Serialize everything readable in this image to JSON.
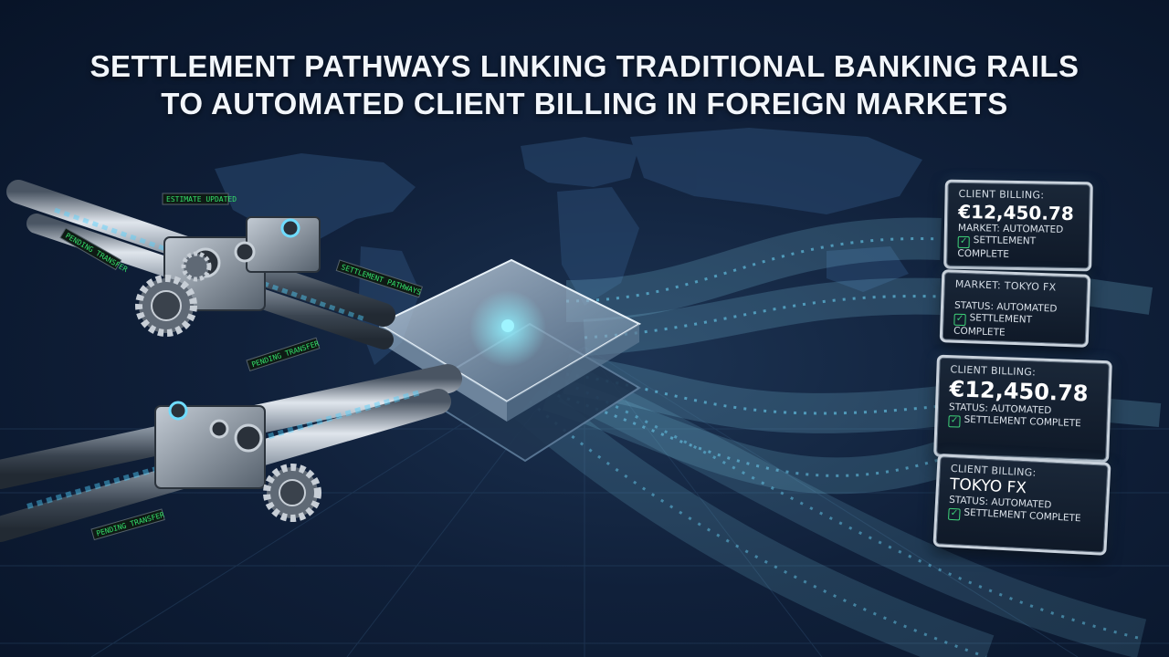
{
  "title": {
    "line1": "SETTLEMENT PATHWAYS LINKING TRADITIONAL BANKING RAILS",
    "line2": "TO AUTOMATED CLIENT BILLING IN FOREIGN MARKETS"
  },
  "pipe_labels": [
    "ESTIMATE UPDATED",
    "SETTLEMENT PATHWAYS",
    "PENDING TRANSFER",
    "PENDING TRANSFER",
    "PENDING TRANSFER"
  ],
  "cards": [
    {
      "label": "CLIENT BILLING:",
      "value": "€12,450.78",
      "line1": "MARKET: AUTOMATED",
      "line2": "SETTLEMENT COMPLETE"
    },
    {
      "label": "MARKET: TOKYO FX",
      "value": "",
      "line1": "STATUS: AUTOMATED",
      "line2": "SETTLEMENT COMPLETE"
    },
    {
      "label": "CLIENT BILLING:",
      "value": "€12,450.78",
      "line1": "STATUS: AUTOMATED",
      "line2": "SETTLEMENT COMPLETE"
    },
    {
      "label": "CLIENT BILLING:",
      "value": "TOKYO FX",
      "line1": "STATUS: AUTOMATED",
      "line2": "SETTLEMENT COMPLETE"
    }
  ],
  "colors": {
    "accent": "#5fe0ff",
    "success": "#3fd47a",
    "label_green": "#34e06a"
  },
  "icons": {
    "status": "check-icon"
  }
}
